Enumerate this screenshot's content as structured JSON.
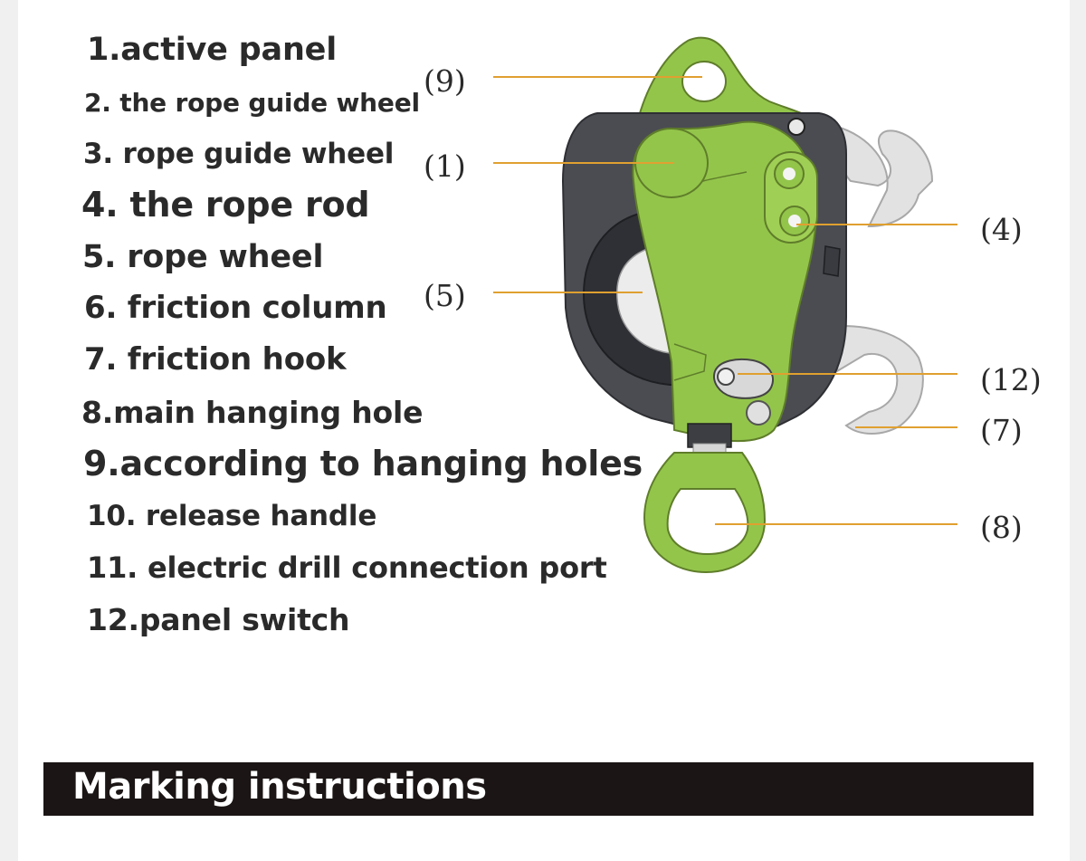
{
  "legend": {
    "items": [
      "1.active panel",
      "2. the rope guide wheel",
      "3. rope guide wheel",
      "4. the rope rod",
      "5. rope wheel",
      "6. friction column",
      "7. friction hook",
      "8.main hanging hole",
      "9.according to hanging holes",
      "10. release handle",
      "11. electric drill connection port",
      "12.panel switch"
    ]
  },
  "callouts": {
    "c9": "(9)",
    "c1": "(1)",
    "c5": "(5)",
    "c4": "(4)",
    "c12": "(12)",
    "c7": "(7)",
    "c8": "(8)"
  },
  "section": {
    "title": "Marking instructions"
  },
  "colors": {
    "green": "#93c54b",
    "green_dark": "#6f9a2f",
    "body_gray": "#4a4c52",
    "hook_gray": "#d8d8d8",
    "leader_line": "#e0a030",
    "section_bar": "#1b1515"
  }
}
